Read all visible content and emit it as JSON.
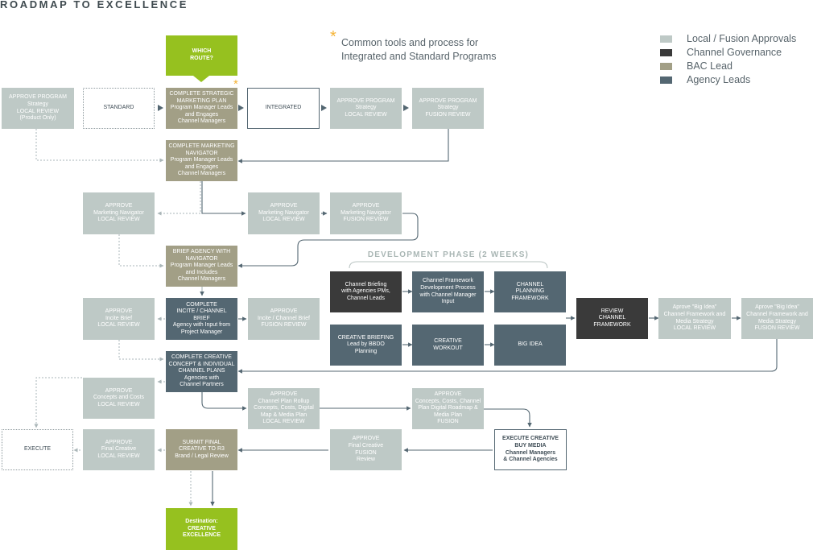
{
  "title": "ROADMAP TO  EXCELLENCE",
  "note": {
    "star": "*",
    "line1": "Common tools and process for",
    "line2": "Integrated and Standard Programs"
  },
  "legend": [
    {
      "label": "Local / Fusion Approvals",
      "color": "#bec9c6"
    },
    {
      "label": "Channel Governance",
      "color": "#3a3a3a"
    },
    {
      "label": "BAC Lead",
      "color": "#a29f86"
    },
    {
      "label": "Agency Leads",
      "color": "#546772"
    }
  ],
  "phase_label": "DEVELOPMENT PHASE (2 WEEKS)",
  "boxes": {
    "which_route": [
      "WHICH",
      "ROUTE?"
    ],
    "approve_strategy_local_po": [
      "APPROVE PROGRAM",
      "Strategy",
      "LOCAL REVIEW",
      "(Product Only)"
    ],
    "standard": [
      "STANDARD"
    ],
    "strategic_plan": [
      "COMPLETE STRATEGIC",
      "MARKETING PLAN",
      "Program Manager Leads",
      "and Engages",
      "Channel Managers"
    ],
    "integrated": [
      "INTEGRATED"
    ],
    "approve_strategy_local": [
      "APPROVE PROGRAM",
      "Strategy",
      "LOCAL REVIEW"
    ],
    "approve_strategy_fusion": [
      "APPROVE PROGRAM",
      "Strategy",
      "FUSION REVIEW"
    ],
    "marketing_navigator": [
      "COMPLETE  MARKETING",
      "NAVIGATOR",
      "Program Manager Leads",
      "and Engages",
      "Channel Managers"
    ],
    "approve_nav_left": [
      "APPROVE",
      "Marketing Navigator",
      "LOCAL REVIEW"
    ],
    "approve_nav_local": [
      "APPROVE",
      "Marketing Navigator",
      "LOCAL REVIEW"
    ],
    "approve_nav_fusion": [
      "APPROVE",
      "Marketing Navigator",
      "FUSION REVIEW"
    ],
    "brief_agency": [
      "BRIEF AGENCY WITH",
      "NAVIGATOR",
      "Program Manager Leads",
      "and Includes",
      "Channel Managers"
    ],
    "channel_briefing": [
      "Channel Briefing",
      "with Agencies PMs,",
      "Channel Leads"
    ],
    "framework_dev": [
      "Channel Framework",
      "Development Process",
      "with Channel Manager",
      "Input"
    ],
    "channel_planning": [
      "CHANNEL",
      "PLANNING",
      "FRAMEWORK"
    ],
    "approve_incite_local": [
      "APPROVE",
      "Incite Brief",
      "LOCAL REVIEW"
    ],
    "incite_brief": [
      "COMPLETE",
      "INCITE / CHANNEL",
      "BRIEF",
      "Agency with Input from",
      "Project Manager"
    ],
    "approve_incite_fusion": [
      "APPROVE",
      "Incite / Channel Brief",
      "FUSION REVIEW"
    ],
    "review_framework": [
      "REVIEW",
      "CHANNEL",
      "FRAMEWORK"
    ],
    "big_idea_local": [
      "Aprove \"Big Idea\"",
      "Channel Framework and",
      "Media Strategy",
      "LOCAL REVIEW"
    ],
    "big_idea_fusion": [
      "Aprove \"Big Idea\"",
      "Channel Framework and",
      "Media Strategy",
      "FUSION REVIEW"
    ],
    "creative_briefing": [
      "CREATIVE BRIEFING",
      "Lead by BBDO",
      "Planning"
    ],
    "creative_workout": [
      "CREATIVE",
      "WORKOUT"
    ],
    "big_idea": [
      "BIG IDEA"
    ],
    "creative_concept": [
      "COMPLETE CREATIVE",
      "CONCEPT & INDIVIDUAL",
      "CHANNEL PLANS",
      "Agencies with",
      "Channel Partners"
    ],
    "approve_concepts_local": [
      "APPROVE",
      "Concepts and Costs",
      "LOCAL REVIEW"
    ],
    "approve_rollup_local": [
      "APPROVE",
      "Channel Plan Rollup",
      "Concepts, Costs, Digital",
      "Map &  Media Plan",
      "LOCAL REVIEW"
    ],
    "approve_rollup_fusion": [
      "APPROVE",
      "Concepts, Costs, Channel",
      "Plan Digital Roadmap &",
      "Media Plan",
      "FUSION"
    ],
    "execute": [
      "EXECUTE"
    ],
    "approve_final_local": [
      "APPROVE",
      "Final Creative",
      "LOCAL REVIEW"
    ],
    "submit_final": [
      "SUBMIT FINAL",
      "CREATIVE TO R3",
      "Brand / Legal Review"
    ],
    "approve_final_fusion": [
      "APPROVE",
      "Final Creative",
      "FUSION",
      "Review"
    ],
    "execute_creative": [
      "EXECUTE CREATIVE",
      "BUY MEDIA",
      "Channel Managers",
      "& Channel Agencies"
    ],
    "destination": [
      "Destination:",
      "CREATIVE",
      "EXCELLENCE"
    ]
  }
}
